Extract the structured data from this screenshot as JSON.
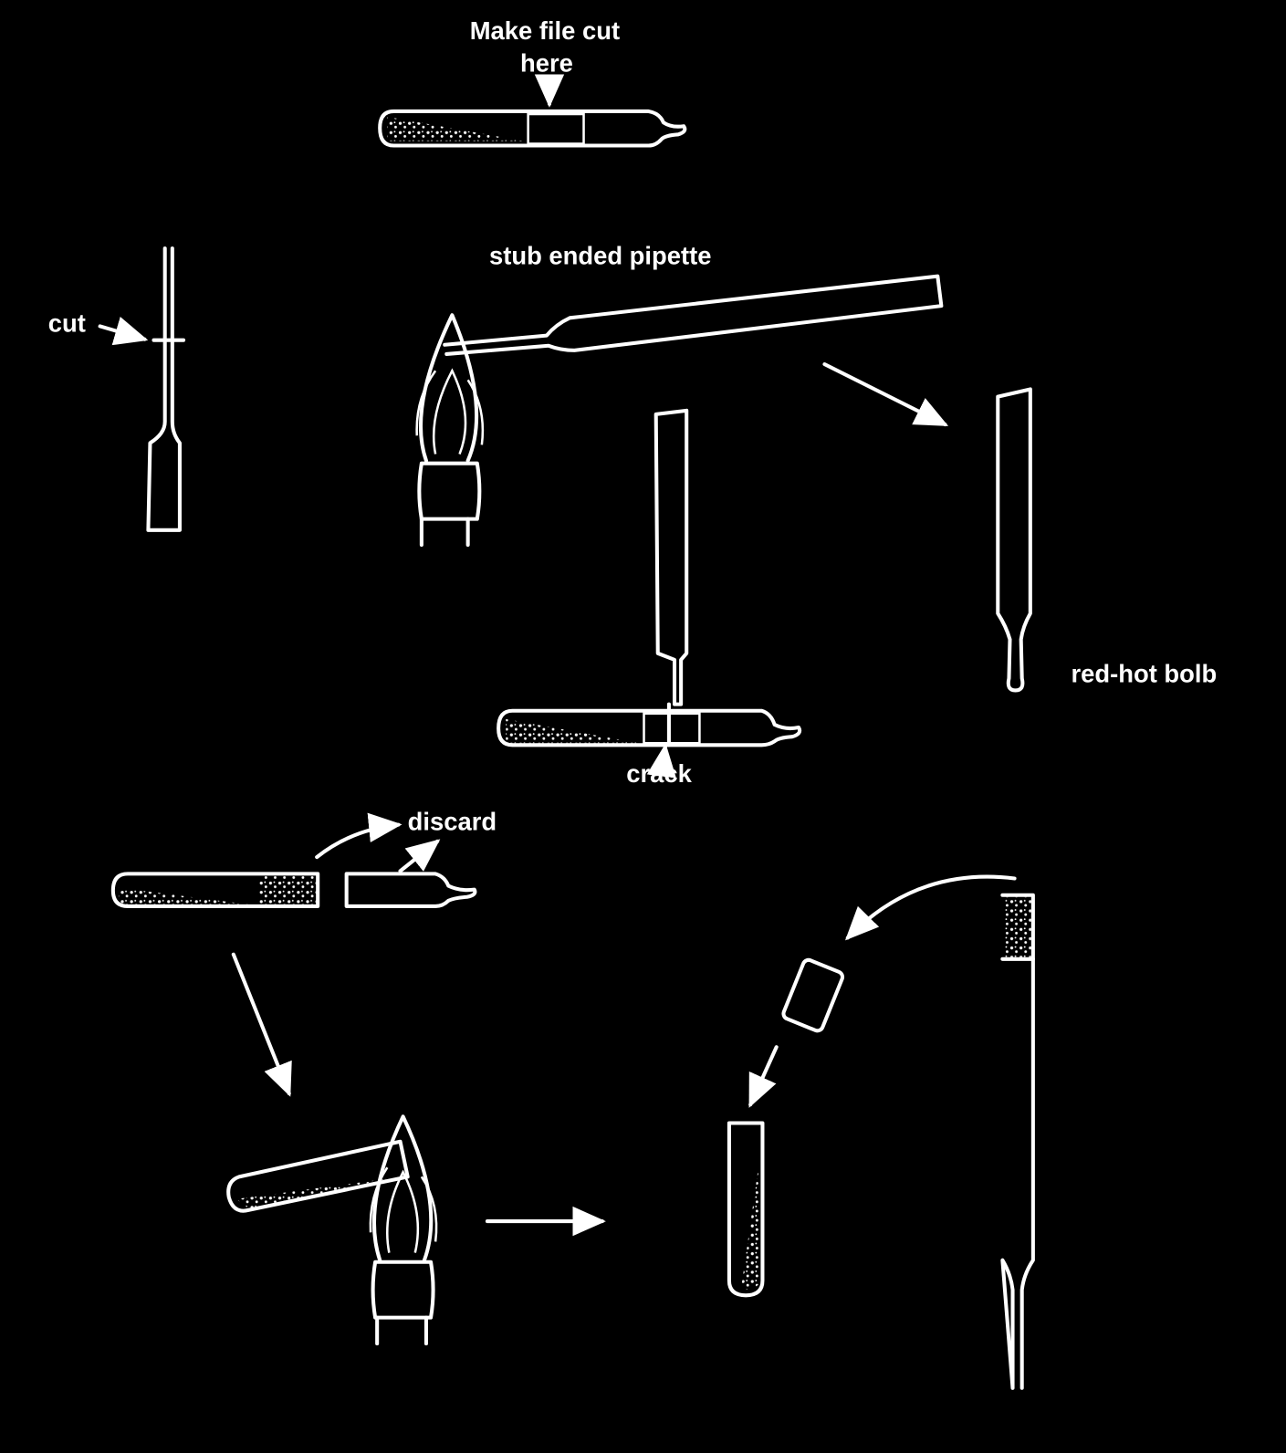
{
  "diagram": {
    "title_label_line1": "Make file cut",
    "title_label_line2": "here",
    "stub_label": "stub ended pipette",
    "cut_label": "cut",
    "redhot_label": "red-hot bolb",
    "crack_label": "crack",
    "discard_label": "discard",
    "colors": {
      "background": "#000000",
      "ink": "#ffffff"
    }
  }
}
